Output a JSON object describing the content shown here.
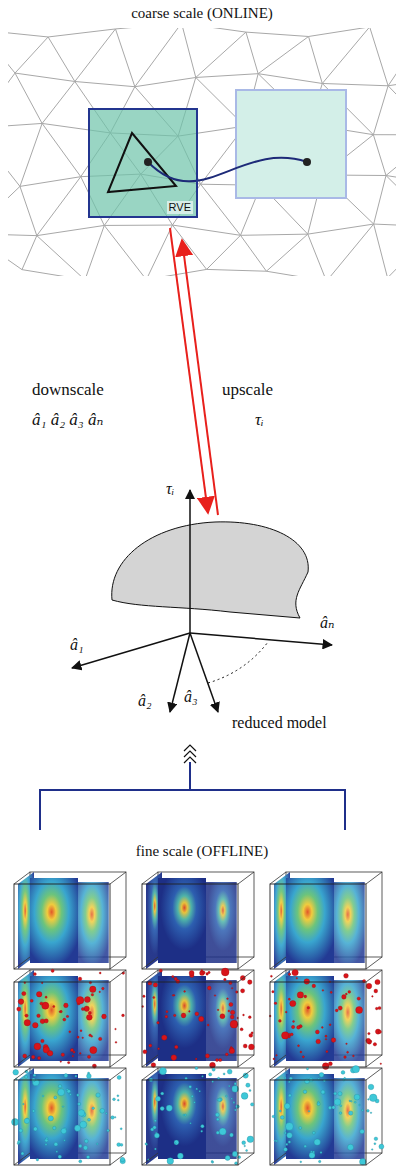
{
  "diagram": {
    "nodes": [
      {
        "text": [
          "RVE"
        ]
      }
    ],
    "labels": [
      "coarse scale (ONLINE)",
      "downscale",
      "â₁ â₂ â₃ âₙ",
      "upscale",
      "τᵢ",
      "τᵢ",
      "âₙ",
      "â₁",
      "â₂",
      "â₃",
      "reduced model",
      "fine scale (OFFLINE)"
    ]
  }
}
